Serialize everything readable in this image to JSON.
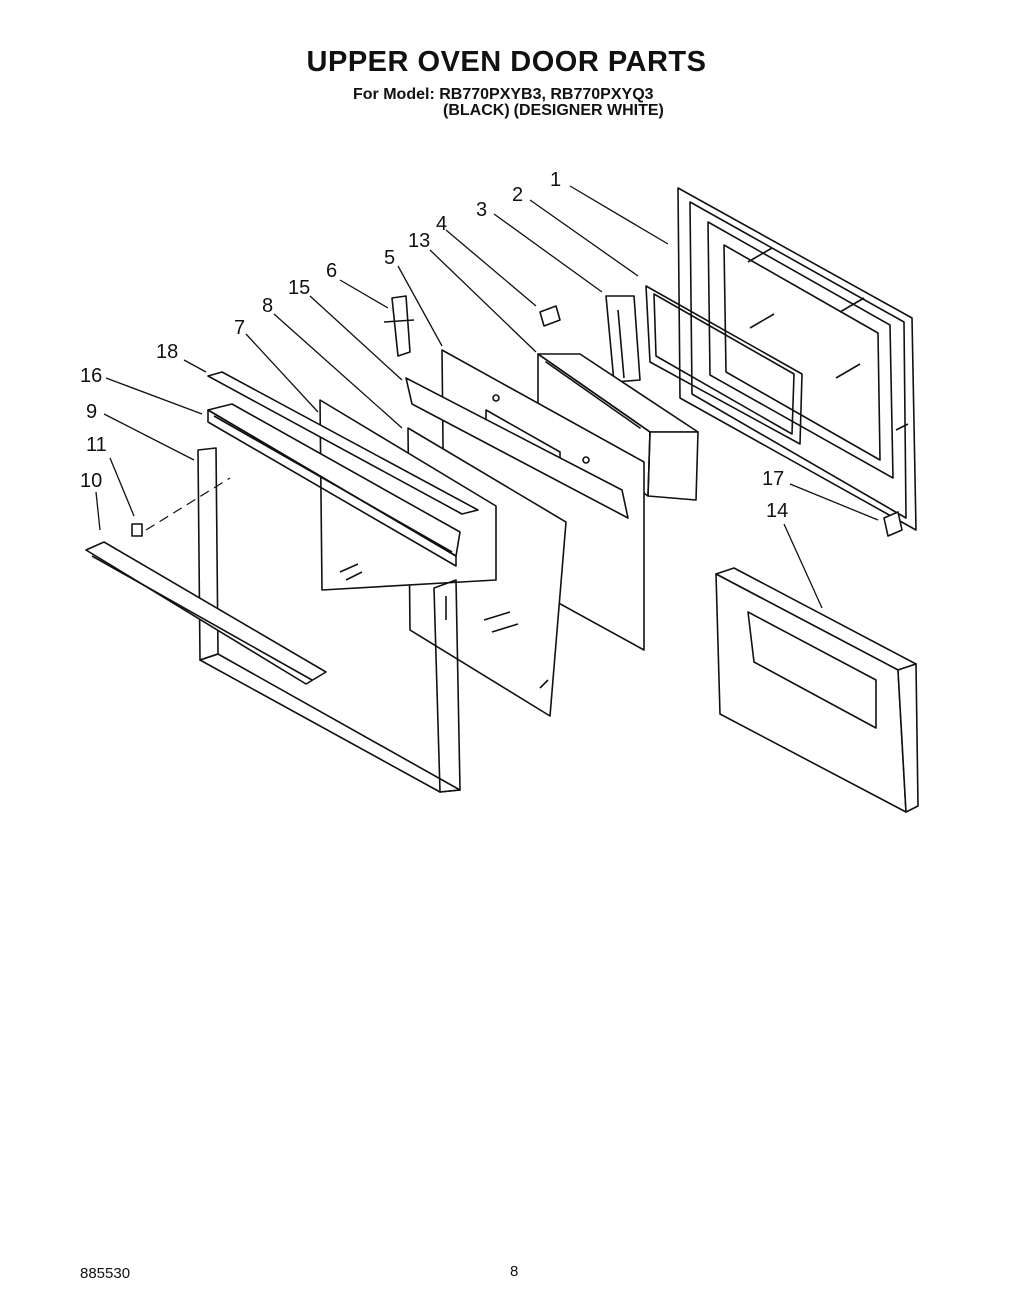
{
  "header": {
    "title": "UPPER OVEN DOOR PARTS",
    "model_line": "For Model: RB770PXYB3, RB770PXYQ3",
    "colors": [
      "(BLACK)",
      "(DESIGNER WHITE)"
    ]
  },
  "callouts": [
    "1",
    "2",
    "3",
    "4",
    "13",
    "5",
    "6",
    "15",
    "8",
    "7",
    "18",
    "16",
    "9",
    "11",
    "10",
    "17",
    "14"
  ],
  "footer": {
    "doc_number": "885530",
    "page_number": "8"
  }
}
